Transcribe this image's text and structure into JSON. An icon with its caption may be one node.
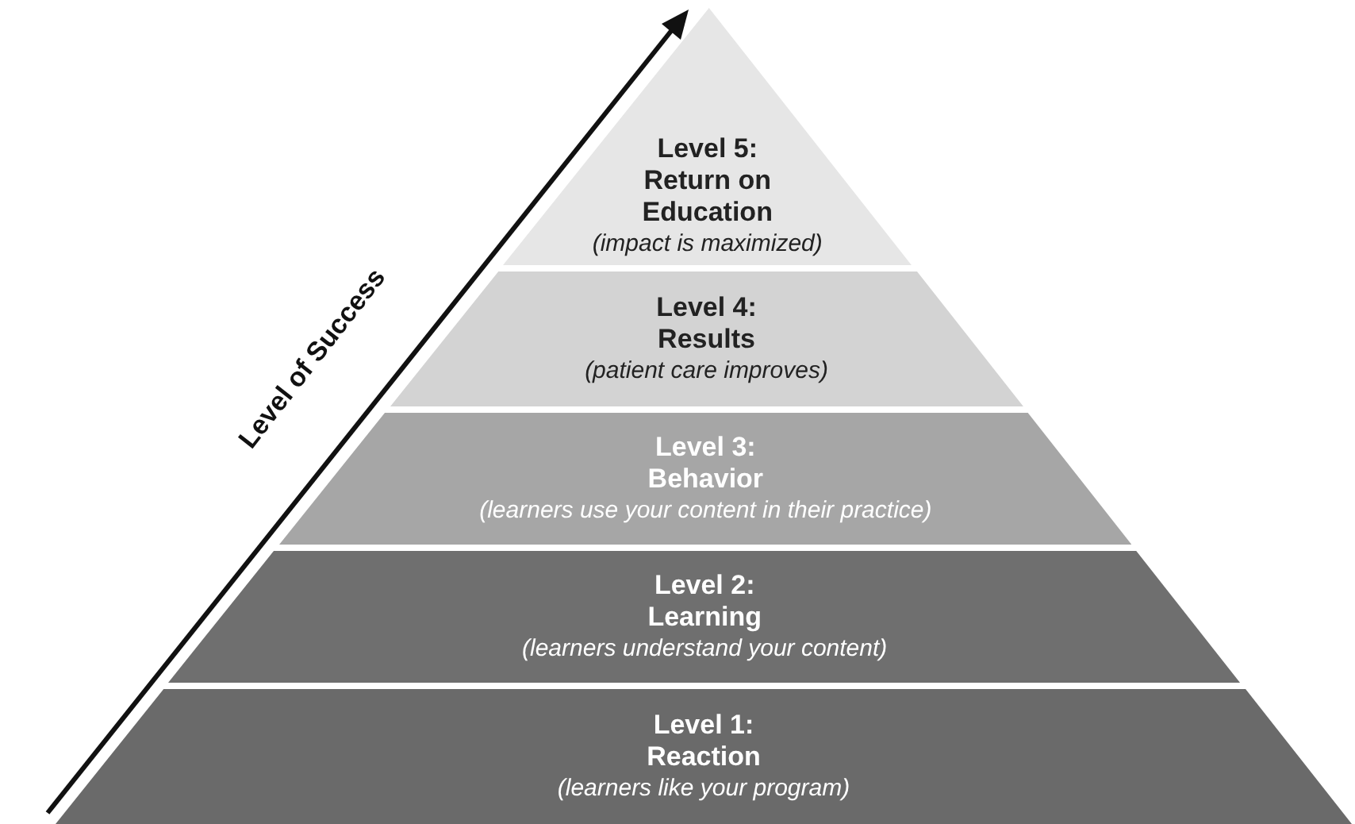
{
  "diagram": {
    "nodes": [
      {
        "text": [
          "Level 5: Return on Education",
          "(impact is maximized)"
        ]
      },
      {
        "text": [
          "Level 4: Results",
          "(patient care improves)"
        ]
      },
      {
        "text": [
          "Level 3: Behavior",
          "(learners use your content in their practice)"
        ]
      },
      {
        "text": [
          "Level 2: Learning",
          "(learners understand your content)"
        ]
      },
      {
        "text": [
          "Level 1: Reaction",
          "(learners like your program)"
        ]
      }
    ],
    "labels": [
      "Level of Success"
    ]
  }
}
